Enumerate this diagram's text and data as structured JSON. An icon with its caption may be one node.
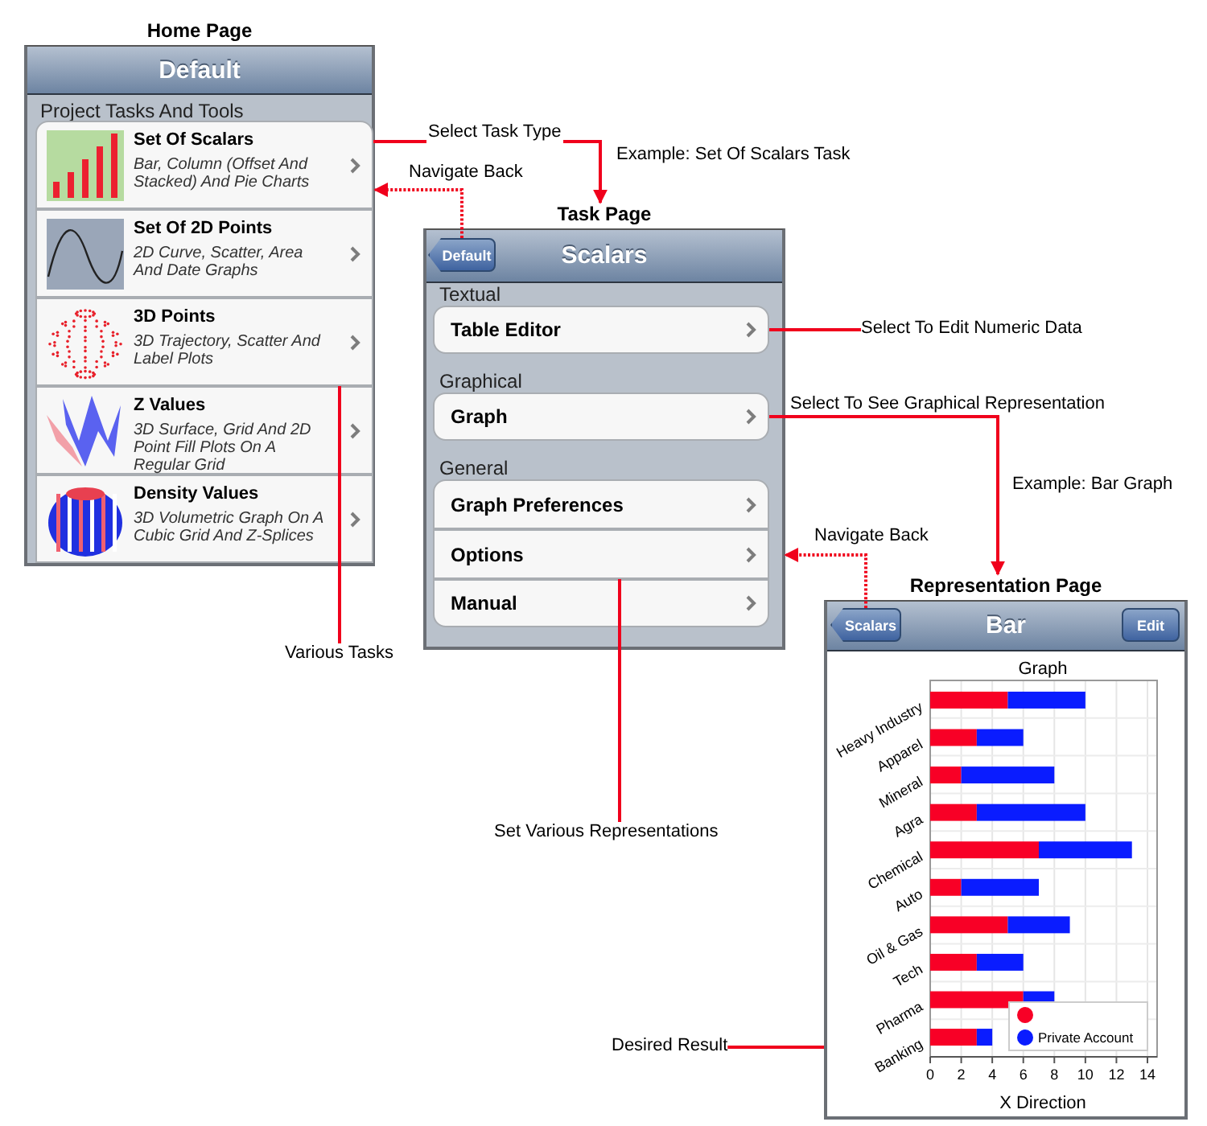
{
  "diagram": {
    "nodes": [
      {
        "text": [
          "Home Page",
          "Default",
          "Project Tasks And Tools"
        ]
      },
      {
        "text": [
          "Set Of Scalars",
          "Bar, Column (Offset And Stacked) And Pie Charts"
        ],
        "in": 0
      },
      {
        "text": [
          "Set Of 2D Points",
          "2D Curve, Scatter, Area And Date Graphs"
        ],
        "in": 0
      },
      {
        "text": [
          "3D Points",
          "3D Trajectory, Scatter And Label Plots"
        ],
        "in": 0
      },
      {
        "text": [
          "Z Values",
          "3D Surface, Grid And 2D Point Fill Plots On A Regular Grid"
        ],
        "in": 0
      },
      {
        "text": [
          "Density Values",
          "3D Volumetric Graph On A Cubic Grid And Z-Splices"
        ],
        "in": 0
      },
      {
        "text": [
          "Task Page",
          "Scalars",
          "Textual",
          "Graphical",
          "General"
        ]
      },
      {
        "text": [
          "Default"
        ],
        "in": 6
      },
      {
        "text": [
          "Table Editor"
        ],
        "in": 6
      },
      {
        "text": [
          "Graph"
        ],
        "in": 6
      },
      {
        "text": [
          "Graph Preferences"
        ],
        "in": 6
      },
      {
        "text": [
          "Options"
        ],
        "in": 6
      },
      {
        "text": [
          "Manual"
        ],
        "in": 6
      },
      {
        "text": [
          "Representation Page",
          "Bar"
        ]
      },
      {
        "text": [
          "Scalars"
        ],
        "in": 13
      },
      {
        "text": [
          "Edit"
        ],
        "in": 13
      },
      {
        "text": [
          "Select To Edit Numeric Data"
        ]
      },
      {
        "text": [
          "Various Tasks"
        ]
      },
      {
        "text": [
          "Set Various Representations"
        ]
      },
      {
        "text": [
          "Desired Result"
        ]
      }
    ],
    "edges": [
      {
        "from": 1,
        "to": 6,
        "arrow": "to",
        "label": "Select Task Type"
      },
      {
        "from": 7,
        "to": 0,
        "arrow": "to",
        "label": "Navigate Back",
        "style": "dashed"
      },
      {
        "from": 16,
        "to": 8,
        "arrow": "none"
      },
      {
        "from": 9,
        "to": 13,
        "arrow": "to",
        "label": "Select To See Graphical Representation"
      },
      {
        "from": 14,
        "to": 6,
        "arrow": "to",
        "label": "Navigate Back",
        "style": "dashed"
      },
      {
        "from": 17,
        "to": 3,
        "arrow": "none"
      },
      {
        "from": 18,
        "to": 11,
        "arrow": "none"
      },
      {
        "from": 19,
        "to": 13,
        "arrow": "none"
      }
    ],
    "labels": [
      "Example: Set Of Scalars Task",
      "Example: Bar Graph"
    ],
    "chart_data": {
      "type": "bar",
      "title": "Graph",
      "xlabel": "X Direction",
      "orientation": "horizontal",
      "stacked": true,
      "categories": [
        "Heavy Industry",
        "Apparel",
        "Mineral",
        "Agra",
        "Chemical",
        "Auto",
        "Oil & Gas",
        "Tech",
        "Pharma",
        "Banking"
      ],
      "series": [
        {
          "color": "#f80026",
          "values": [
            5,
            3,
            2,
            3,
            7,
            2,
            5,
            3,
            6,
            3
          ]
        },
        {
          "name": "Private Account",
          "color": "#0a1cff",
          "values": [
            5,
            3,
            6,
            7,
            6,
            5,
            4,
            3,
            2,
            1
          ]
        }
      ],
      "grid": true,
      "xlim": [
        0,
        14
      ],
      "xticks": [
        0,
        2,
        4,
        6,
        8,
        10,
        12,
        14
      ]
    }
  }
}
